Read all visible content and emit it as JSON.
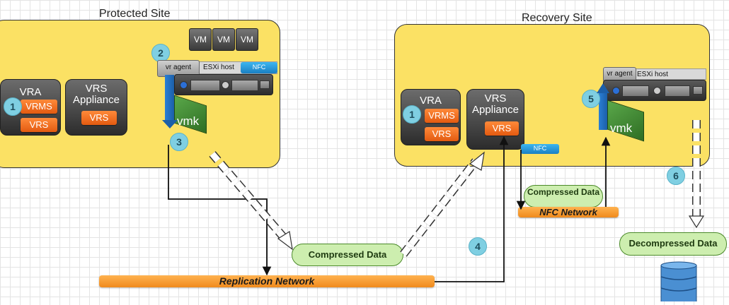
{
  "protected_site": {
    "title": "Protected Site",
    "vra": {
      "title": "VRA",
      "btn1": "VRMS",
      "btn2": "VRS",
      "badge": "1"
    },
    "vrs_appliance": {
      "title": "VRS Appliance",
      "btn": "VRS"
    },
    "vms": [
      "VM",
      "VM",
      "VM"
    ],
    "badge2": "2",
    "vr_agent": "vr agent",
    "esxi_host": "ESXi host",
    "nfc": "NFC",
    "vmk": "vmk",
    "badge3": "3"
  },
  "recovery_site": {
    "title": "Recovery Site",
    "vra": {
      "title": "VRA",
      "btn1": "VRMS",
      "btn2": "VRS",
      "badge": "1"
    },
    "vrs_appliance": {
      "title": "VRS Appliance",
      "btn": "VRS"
    },
    "nfc": "NFC",
    "vr_agent": "vr agent",
    "esxi_host": "ESXi host",
    "badge5": "5",
    "vmk": "vmk",
    "badge6": "6"
  },
  "compressed_data_main": "Compressed Data",
  "compressed_data_nfc": "Compressed Data",
  "nfc_network": "NFC Network",
  "replication_network": "Replication Network",
  "badge4": "4",
  "decompressed_data": "Decompressed Data",
  "colors": {
    "site_fill": "#fbe164",
    "orange": "#f08a1c",
    "badge": "#7fcfe2",
    "nfc_blue": "#2a9ae0",
    "green": "#cdeeaf"
  }
}
